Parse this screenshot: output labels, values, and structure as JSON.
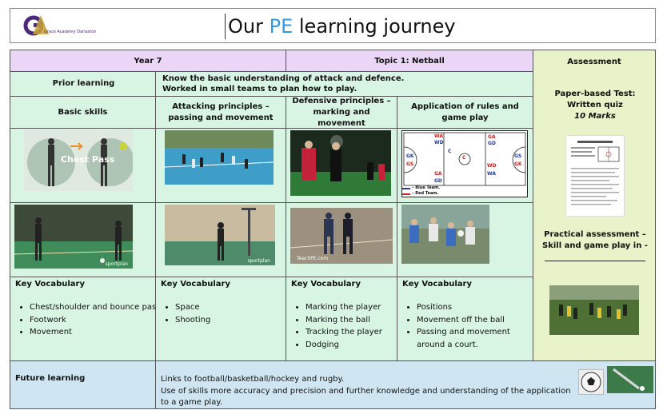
{
  "header": {
    "logo_text": "Grace Academy Darlaston",
    "title_prefix": "Our ",
    "title_highlight": "PE",
    "title_suffix": " learning journey",
    "accent_color": "#2e9be0"
  },
  "table": {
    "year": "Year 7",
    "topic": "Topic 1: Netball",
    "assessment_header": "Assessment",
    "prior_label": "Prior learning",
    "prior_line1": "Know the basic understanding of attack and defence.",
    "prior_line2": "Worked in small teams to plan how to play.",
    "columns": [
      {
        "title": "Basic skills",
        "vocab_heading": "Key Vocabulary",
        "vocab": [
          "Chest/shoulder and bounce pass",
          "Footwork",
          "Movement"
        ]
      },
      {
        "title": "Attacking principles – passing and movement",
        "vocab_heading": "Key Vocabulary",
        "vocab": [
          "Space",
          "Shooting"
        ]
      },
      {
        "title": "Defensive principles – marking and movement",
        "vocab_heading": "Key Vocabulary",
        "vocab": [
          "Marking the player",
          "Marking the ball",
          "Tracking the player",
          "Dodging"
        ]
      },
      {
        "title": "Application of rules and game play",
        "vocab_heading": "Key Vocabulary",
        "vocab": [
          "Positions",
          "Movement off the ball",
          "Passing and movement around a court."
        ]
      }
    ],
    "chest_pass_label": "Chest Pass",
    "court_positions": {
      "left": [
        "GK",
        "GS"
      ],
      "top": [
        "WA",
        "WD"
      ],
      "centre_c": "C",
      "circle": "C",
      "right_top": [
        "GA",
        "GD"
      ],
      "right_mid": [
        "GS",
        "GK"
      ],
      "right_low": [
        "WD",
        "WA"
      ],
      "bottom": [
        "GA",
        "GD"
      ],
      "legend_blue": "– Blue Team.",
      "legend_red": "– Red Team."
    },
    "watermark_sportplan": "sportplan",
    "watermark_teachpe": "TeachPE.com",
    "assessment": {
      "paper_title": "Paper-based Test: Written quiz",
      "paper_marks": "10 Marks",
      "practical": "Practical assessment – Skill and game play in -"
    },
    "future_label": "Future learning",
    "future_line1": "Links to football/basketball/hockey and rugby.",
    "future_line2": "Use of skills more accuracy and precision and further knowledge and understanding of the application to a game play."
  },
  "colors": {
    "green": "#d8f5e3",
    "lavender": "#ecd6f7",
    "lime": "#e8f3c9",
    "blue": "#cfe6f2",
    "red_team": "#cc2222",
    "blue_team": "#223a9a"
  }
}
